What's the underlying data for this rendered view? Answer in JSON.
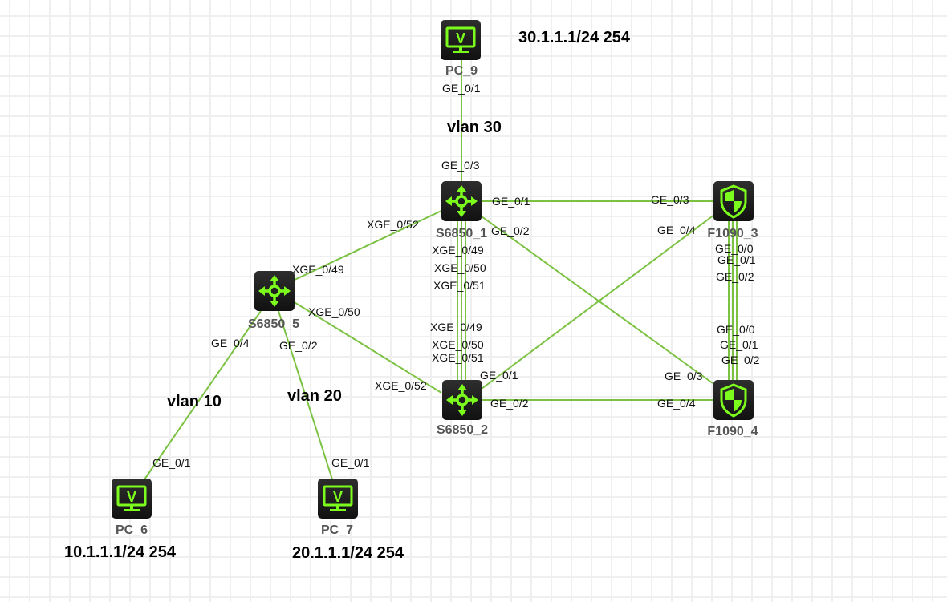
{
  "theme": {
    "link_color": "#7cc242",
    "icon_color": "#7cfc1c",
    "node_bg": "#1c1c1c"
  },
  "nodes": [
    {
      "id": "PC_9",
      "type": "pc",
      "label": "PC_9"
    },
    {
      "id": "S6850_1",
      "type": "switch",
      "label": "S6850_1"
    },
    {
      "id": "S6850_5",
      "type": "switch",
      "label": "S6850_5"
    },
    {
      "id": "S6850_2",
      "type": "switch",
      "label": "S6850_2"
    },
    {
      "id": "F1090_3",
      "type": "firewall",
      "label": "F1090_3"
    },
    {
      "id": "F1090_4",
      "type": "firewall",
      "label": "F1090_4"
    },
    {
      "id": "PC_6",
      "type": "pc",
      "label": "PC_6"
    },
    {
      "id": "PC_7",
      "type": "pc",
      "label": "PC_7"
    }
  ],
  "links": [
    {
      "from": "PC_9",
      "to": "S6850_1",
      "from_port": "GE_0/1",
      "to_port": "GE_0/3"
    },
    {
      "from": "S6850_1",
      "to": "F1090_3",
      "from_port": "GE_0/1",
      "to_port": "GE_0/3"
    },
    {
      "from": "S6850_1",
      "to": "F1090_4",
      "from_port": "GE_0/2",
      "to_port": "GE_0/3"
    },
    {
      "from": "S6850_1",
      "to": "S6850_5",
      "from_port": "XGE_0/52",
      "to_port": "XGE_0/49"
    },
    {
      "from": "S6850_1",
      "to": "S6850_2",
      "from_port": "XGE_0/49",
      "to_port": "XGE_0/49"
    },
    {
      "from": "S6850_1",
      "to": "S6850_2",
      "from_port": "XGE_0/50",
      "to_port": "XGE_0/50"
    },
    {
      "from": "S6850_1",
      "to": "S6850_2",
      "from_port": "XGE_0/51",
      "to_port": "XGE_0/51"
    },
    {
      "from": "S6850_5",
      "to": "S6850_2",
      "from_port": "XGE_0/50",
      "to_port": "XGE_0/52"
    },
    {
      "from": "S6850_5",
      "to": "PC_6",
      "from_port": "GE_0/4",
      "to_port": "GE_0/1"
    },
    {
      "from": "S6850_5",
      "to": "PC_7",
      "from_port": "GE_0/2",
      "to_port": "GE_0/1"
    },
    {
      "from": "S6850_2",
      "to": "F1090_3",
      "from_port": "GE_0/1",
      "to_port": "GE_0/4"
    },
    {
      "from": "S6850_2",
      "to": "F1090_4",
      "from_port": "GE_0/2",
      "to_port": "GE_0/4"
    },
    {
      "from": "F1090_3",
      "to": "F1090_4",
      "from_port": "GE_0/0",
      "to_port": "GE_0/0"
    },
    {
      "from": "F1090_3",
      "to": "F1090_4",
      "from_port": "GE_0/1",
      "to_port": "GE_0/1"
    },
    {
      "from": "F1090_3",
      "to": "F1090_4",
      "from_port": "GE_0/2",
      "to_port": "GE_0/2"
    }
  ],
  "annotations": {
    "pc9_ip": "30.1.1.1/24 254",
    "pc6_ip": "10.1.1.1/24 254",
    "pc7_ip": "20.1.1.1/24 254",
    "vlan30": "vlan 30",
    "vlan10": "vlan 10",
    "vlan20": "vlan 20"
  }
}
